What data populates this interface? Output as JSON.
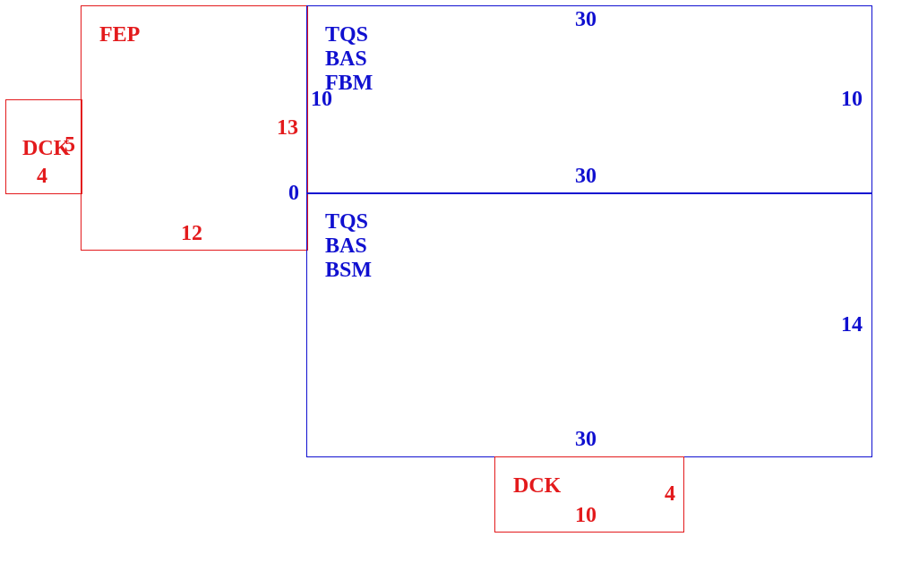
{
  "colors": {
    "red": "#e31a1c",
    "blue": "#1010d0"
  },
  "rooms": {
    "fep": {
      "name": "FEP",
      "right_dim": "13",
      "bottom_dim": "12",
      "corner_value": "0"
    },
    "dck_left": {
      "name": "DCK",
      "overlap_value": "5",
      "bottom_dim": "4"
    },
    "room_top": {
      "labels": [
        "TQS",
        "BAS",
        "FBM"
      ],
      "top_dim": "30",
      "left_dim": "10",
      "right_dim": "10",
      "bottom_dim": "30"
    },
    "room_bottom": {
      "labels": [
        "TQS",
        "BAS",
        "BSM"
      ],
      "right_dim": "14",
      "bottom_dim": "30"
    },
    "dck_bottom": {
      "name": "DCK",
      "right_dim": "4",
      "bottom_dim": "10"
    }
  }
}
